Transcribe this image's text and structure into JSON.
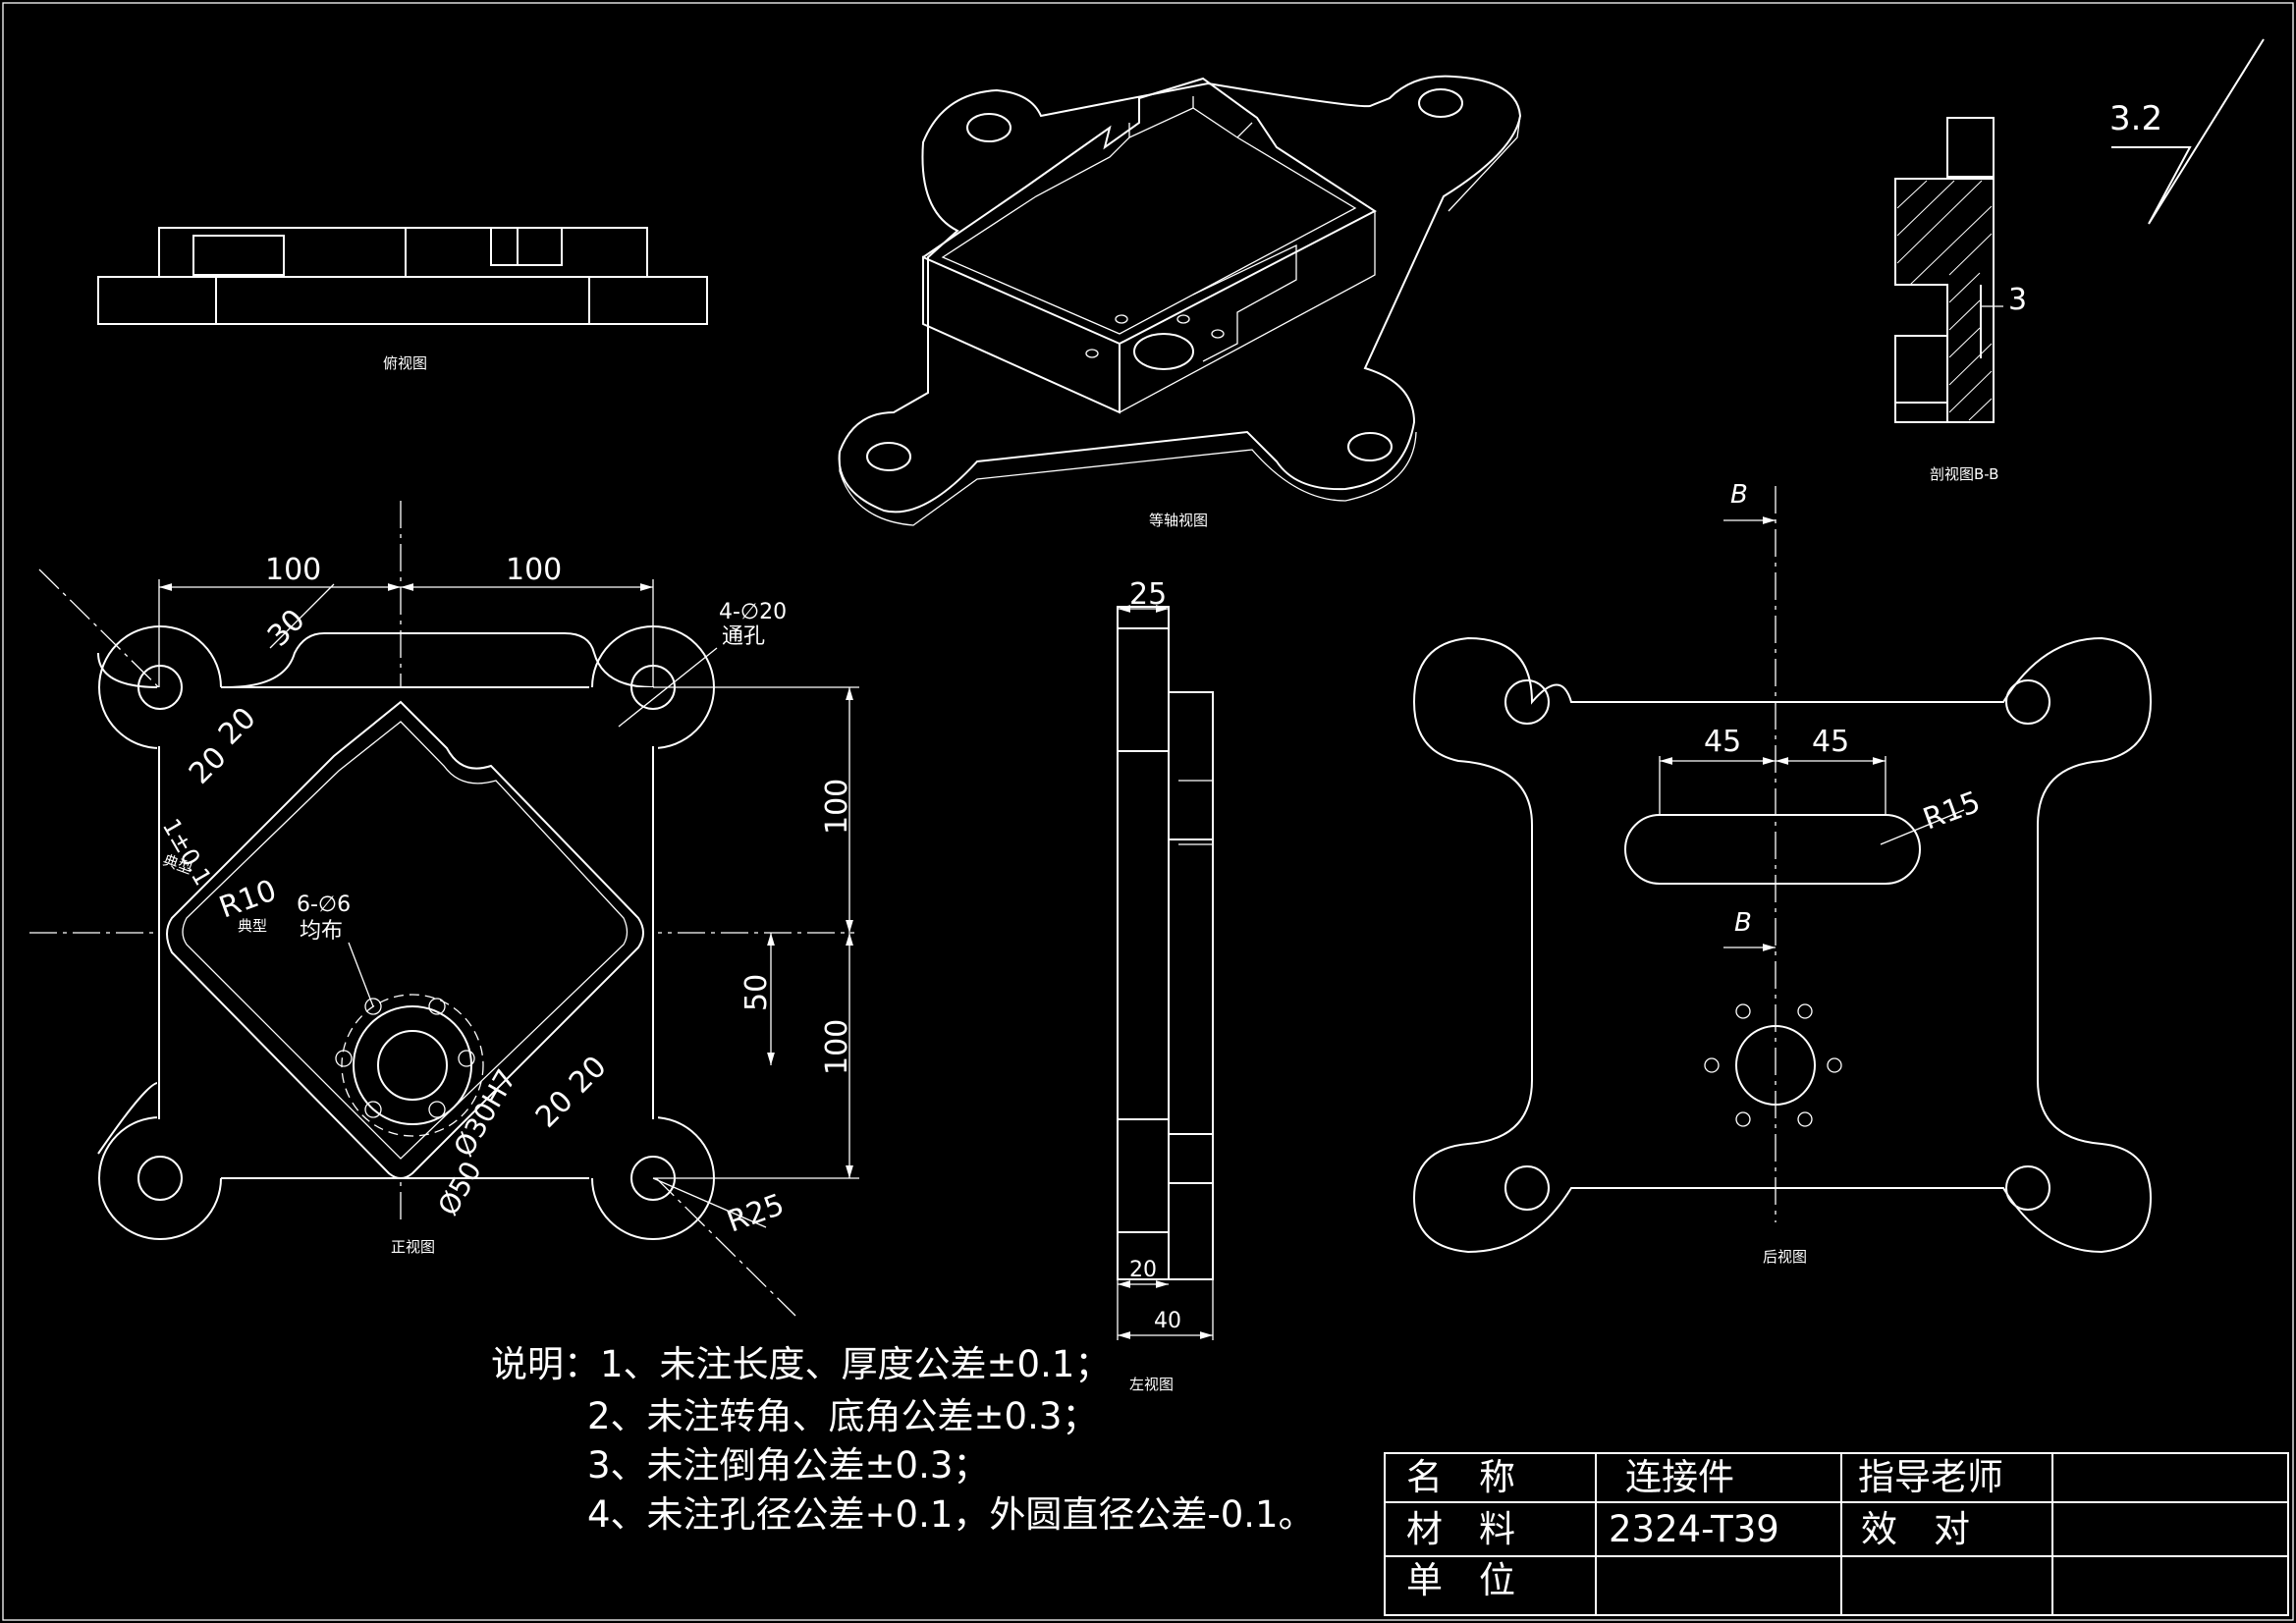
{
  "roughness": "3.2",
  "views": {
    "top": "俯视图",
    "iso": "等轴视图",
    "section": "剖视图B-B",
    "front": "正视图",
    "left": "左视图",
    "rear": "后视图"
  },
  "dimensions": {
    "front_w1": "100",
    "front_w2": "100",
    "front_30": "30",
    "front_20a": "20",
    "front_20b": "20",
    "front_holes": "4-∅20",
    "front_holes_note": "通孔",
    "front_h1": "100",
    "front_h2": "100",
    "front_h50": "50",
    "front_tol": "1±0.1",
    "front_typ1": "典型",
    "front_r10": "R10",
    "front_typ2": "典型",
    "front_6holes": "6-∅6",
    "front_6holes_note": "均布",
    "front_d30": "Ø30H7",
    "front_d50": "Ø50",
    "front_20c": "20",
    "front_20d": "20",
    "front_r25": "R25",
    "left_25": "25",
    "left_20": "20",
    "left_40": "40",
    "rear_45a": "45",
    "rear_45b": "45",
    "rear_r15": "R15",
    "rear_b1": "B",
    "rear_b2": "B",
    "section_3": "3"
  },
  "notes": {
    "head": "说明：1、未注长度、厚度公差±0.1；",
    "line2": "2、未注转角、底角公差±0.3；",
    "line3": "3、未注倒角公差±0.3；",
    "line4": "4、未注孔径公差+0.1，外圆直径公差-0.1。"
  },
  "title_block": {
    "name_label": "名　称",
    "name_value": "连接件",
    "teacher_label": "指导老师",
    "material_label": "材　料",
    "material_value": "2324-T39",
    "check_label": "效　对",
    "unit_label": "单　位"
  }
}
